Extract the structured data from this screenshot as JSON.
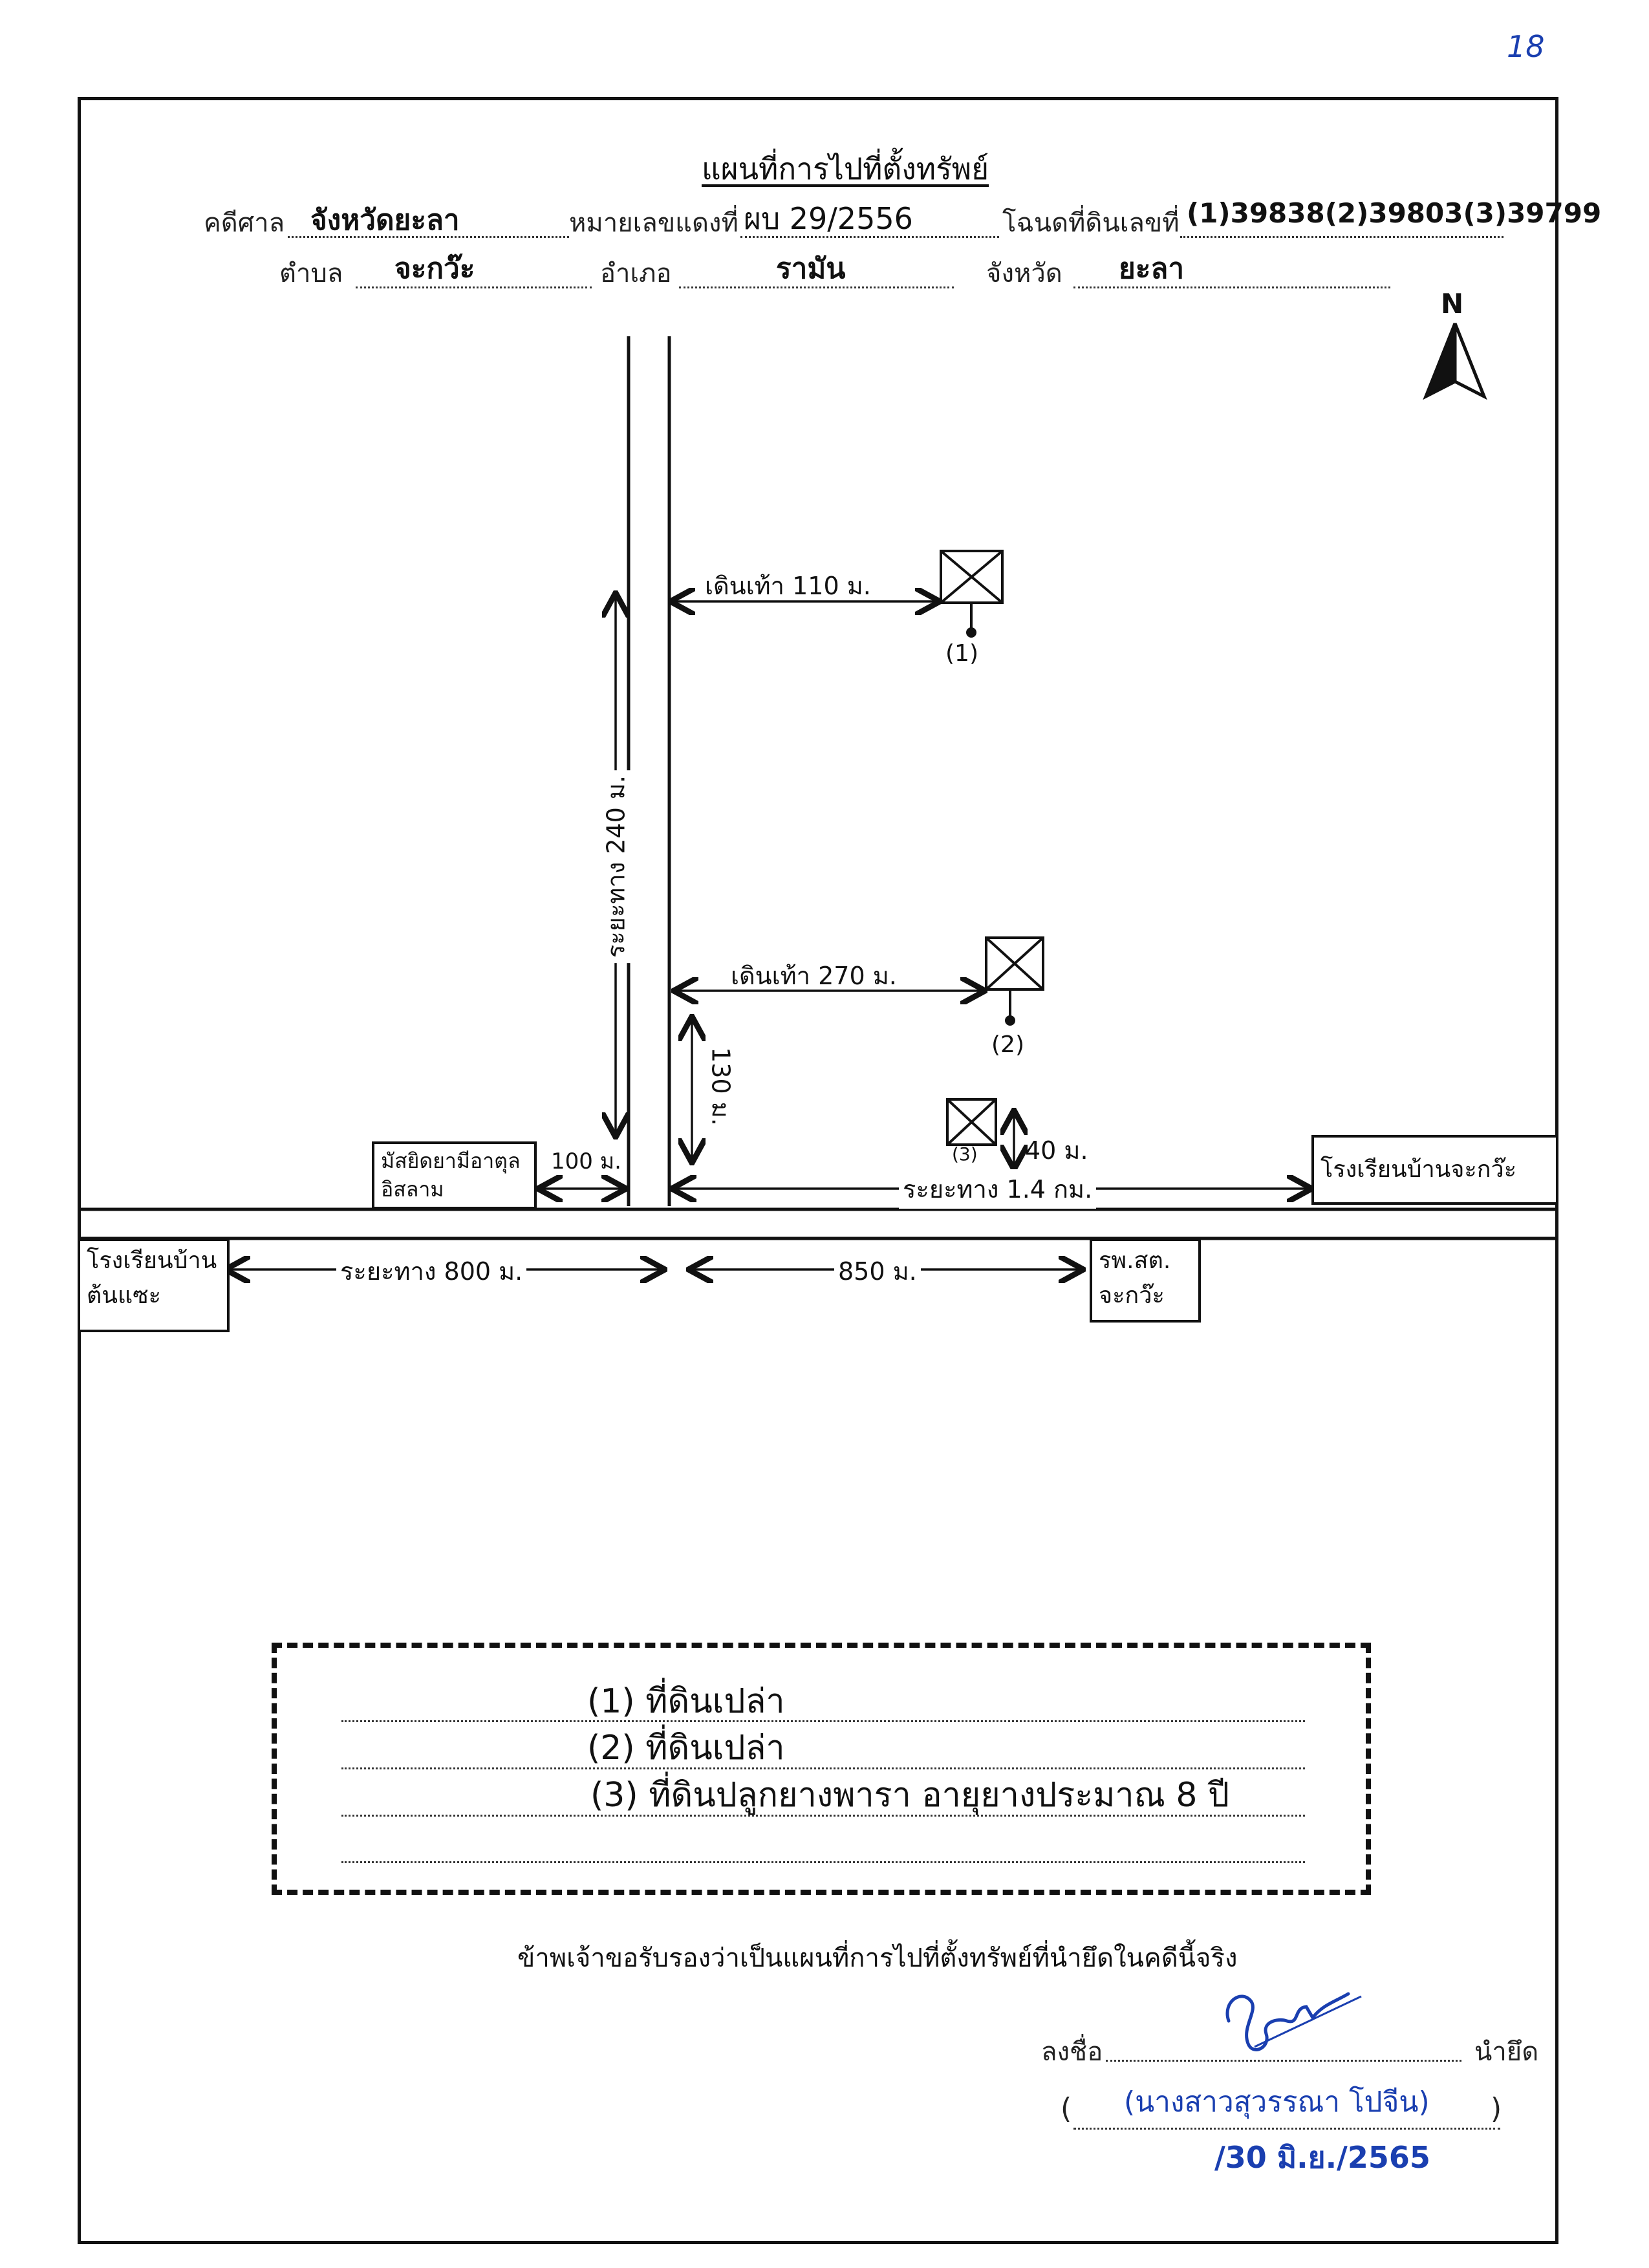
{
  "page_number": "18",
  "title": "แผนที่การไปที่ตั้งทรัพย์",
  "header": {
    "case_court_label": "คดีศาล",
    "case_court_value": "จังหวัดยะลา",
    "red_case_label": "หมายเลขแดงที่",
    "red_case_value": "ผบ 29/2556",
    "deed_label": "โฉนดที่ดินเลขที่",
    "deed_value": "(1)39838(2)39803(3)39799",
    "subdistrict_label": "ตำบล",
    "subdistrict_value": "จะกว๊ะ",
    "district_label": "อำเภอ",
    "district_value": "รามัน",
    "province_label": "จังหวัด",
    "province_value": "ยะลา"
  },
  "compass": {
    "label": "N"
  },
  "map": {
    "walk_1": "เดินเท้า 110 ม.",
    "walk_2": "เดินเท้า 270 ม.",
    "road_240": "ระยะทาง 240 ม.",
    "dist_130": "130 ม.",
    "dist_40": "40 ม.",
    "dist_100": "100 ม.",
    "road_1_4km": "ระยะทาง 1.4 กม.",
    "road_800": "ระยะทาง 800 ม.",
    "dist_850": "850 ม.",
    "plot_1": "(1)",
    "plot_2": "(2)",
    "plot_3": "(3)",
    "mosque": "มัสยิดยามีอาตุลอิสลาม",
    "school_chakwa": "โรงเรียนบ้านจะกว๊ะ",
    "school_tonsae": "โรงเรียนบ้านต้นแซะ",
    "health_center": "รพ.สต. จะกว๊ะ"
  },
  "legend": {
    "item_1": "(1) ที่ดินเปล่า",
    "item_2": "(2) ที่ดินเปล่า",
    "item_3": "(3) ที่ดินปลูกยางพารา อายุยางประมาณ 8 ปี"
  },
  "certification": "ข้าพเจ้าขอรับรองว่าเป็นแผนที่การไปที่ตั้งทรัพย์ที่นำยึดในคดีนี้จริง",
  "signature": {
    "sign_label": "ลงชื่อ",
    "role": "นำยึด",
    "open_paren": "(",
    "close_paren": ")",
    "name": "(นางสาวสุวรรณา โปจีน)",
    "date": "/30 มิ.ย./2565"
  }
}
